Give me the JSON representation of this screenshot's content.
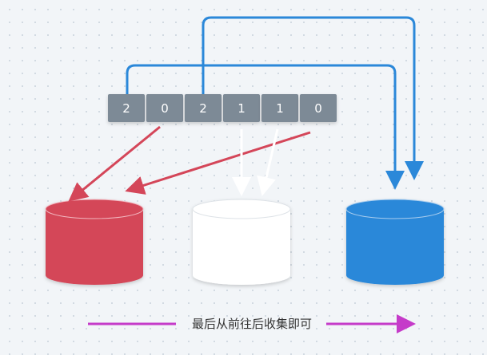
{
  "array": {
    "values": [
      "2",
      "0",
      "2",
      "1",
      "1",
      "0"
    ]
  },
  "buckets": [
    {
      "color": "#d44659"
    },
    {
      "color": "#ffffff"
    },
    {
      "color": "#2b88d9"
    }
  ],
  "colors": {
    "cell": "#7d8a96",
    "red_arrow": "#d44659",
    "white_arrow": "#ffffff",
    "blue_arrow": "#2b88d9",
    "caption_arrow": "#c53bc9"
  },
  "caption": {
    "text": "最后从前往后收集即可"
  }
}
